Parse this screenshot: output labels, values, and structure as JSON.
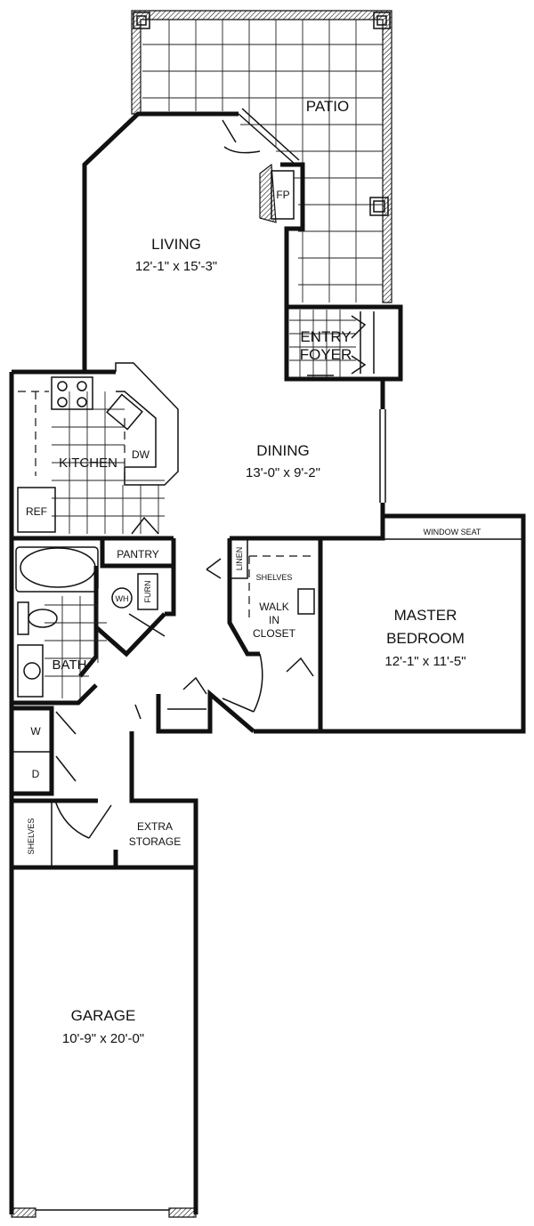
{
  "rooms": {
    "patio": {
      "name": "PATIO"
    },
    "living": {
      "name": "LIVING",
      "dims": "12'-1\" x 15'-3\""
    },
    "fireplace": {
      "name": "FP"
    },
    "entry": {
      "line1": "ENTRY",
      "line2": "FOYER"
    },
    "kitchen": {
      "name": "KITCHEN"
    },
    "dishwasher": {
      "name": "DW"
    },
    "refrigerator": {
      "name": "REF"
    },
    "pantry": {
      "name": "PANTRY"
    },
    "water_heater": {
      "name": "WH"
    },
    "furnace": {
      "name": "FURN"
    },
    "bath": {
      "name": "BATH"
    },
    "dining": {
      "name": "DINING",
      "dims": "13'-0\" x 9'-2\""
    },
    "linen": {
      "name": "LINEN"
    },
    "closet": {
      "shelves": "SHELVES",
      "line1": "WALK",
      "line2": "IN",
      "line3": "CLOSET"
    },
    "master": {
      "line1": "MASTER",
      "line2": "BEDROOM",
      "dims": "12'-1\" x 11'-5\""
    },
    "window_seat": {
      "name": "WINDOW SEAT"
    },
    "washer": {
      "name": "W"
    },
    "dryer": {
      "name": "D"
    },
    "garage_shelves": {
      "name": "SHELVES"
    },
    "storage": {
      "line1": "EXTRA",
      "line2": "STORAGE"
    },
    "garage": {
      "name": "GARAGE",
      "dims": "10'-9\" x 20'-0\""
    }
  }
}
